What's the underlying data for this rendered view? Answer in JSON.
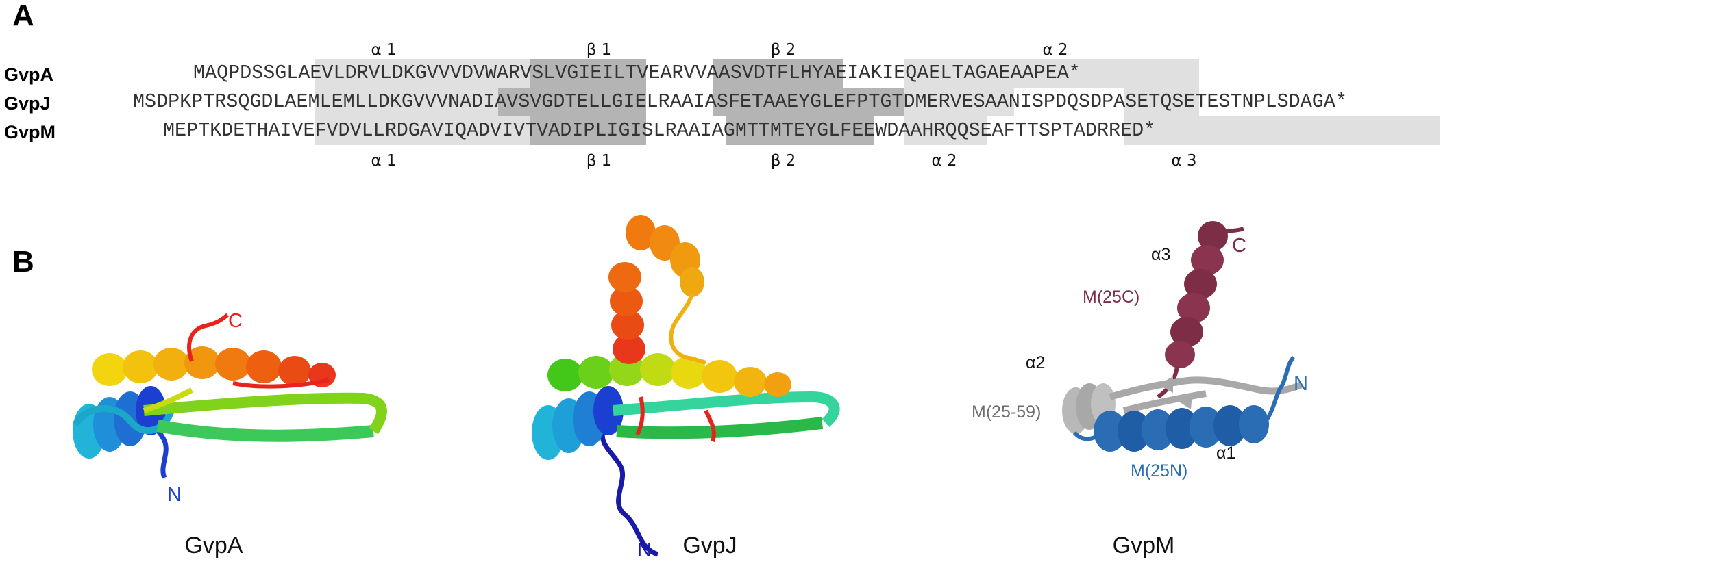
{
  "panels": {
    "a": "A",
    "b": "B"
  },
  "alignment": {
    "rows": [
      {
        "name": "GvpA",
        "sequence": "MAQPDSSGLAEVLDRVLDKGVVVDVWARVSLVGIEILTVEARVVAASVDTFLHYAEIAKIEQAELTAGAEAAPEA*",
        "offset": 5
      },
      {
        "name": "GvpJ",
        "sequence": "MSDPKPTRSQGDLAEMLEMLLDKGVVVNADIAVSVGDTELLGIELRAAIASFETAAEYGLEFPTGTDMERVESAANISPDQSDPASETQSETESTNPLSDAGA*",
        "offset": 1
      },
      {
        "name": "GvpM",
        "sequence": "MEPTKDETHAIVEFVDVLLRDGAVIQADVIVTVADIPLIGISLRAAIAGMTTMTEYGLFEEWDAAHRQQSEAFTTSPTADRRED*",
        "offset": 3
      }
    ],
    "top_labels": [
      "α 1",
      "β 1",
      "β 2",
      "α 2"
    ],
    "bottom_labels": [
      "α 1",
      "β 1",
      "β 2",
      "α 2",
      "α 3"
    ]
  },
  "structures": {
    "gvpa": {
      "title": "GvpA",
      "n": "N",
      "c": "C"
    },
    "gvpj": {
      "title": "GvpJ",
      "n": "N"
    },
    "gvpm": {
      "title": "GvpM",
      "n": "N",
      "c": "C",
      "alpha1": "α1",
      "alpha2": "α2",
      "alpha3": "α3",
      "m25c": "M(25C)",
      "m2559": "M(25-59)",
      "m25n": "M(25N)"
    }
  },
  "colors": {
    "shade_light": "#e0e0e0",
    "shade_dark": "#b4b4b4",
    "gvpm_c": "#7d2e46",
    "gvpm_mid": "#a8a8a8",
    "gvpm_n": "#2a6db5",
    "red": "#e8231b",
    "orange": "#f07a10",
    "yellow": "#f2d40f",
    "green": "#57c81a",
    "teal": "#23c59a",
    "cyan": "#22b4d8",
    "blue": "#1b3fd1",
    "navy": "#1a1aa8"
  }
}
